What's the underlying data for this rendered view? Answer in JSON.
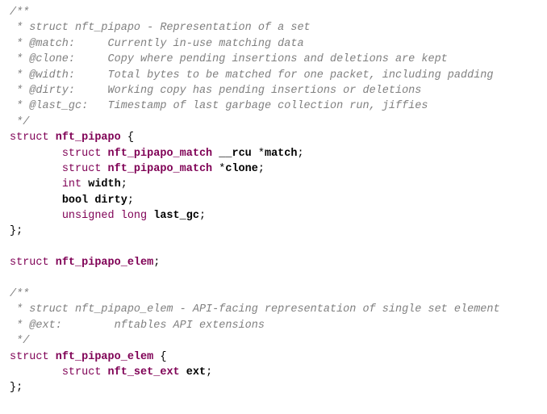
{
  "colors": {
    "comment": "#808080",
    "keyword": "#7f0055",
    "identifier": "#000000",
    "background": "#ffffff"
  },
  "lines": [
    [
      {
        "t": "/**",
        "c": "cm"
      }
    ],
    [
      {
        "t": " * struct nft_pipapo - Representation of a set",
        "c": "cm"
      }
    ],
    [
      {
        "t": " * @match:     Currently in-use matching data",
        "c": "cm"
      }
    ],
    [
      {
        "t": " * @clone:     Copy where pending insertions and deletions are kept",
        "c": "cm"
      }
    ],
    [
      {
        "t": " * @width:     Total bytes to be matched for one packet, including padding",
        "c": "cm"
      }
    ],
    [
      {
        "t": " * @dirty:     Working copy has pending insertions or deletions",
        "c": "cm"
      }
    ],
    [
      {
        "t": " * @last_gc:   Timestamp of last garbage collection run, jiffies",
        "c": "cm"
      }
    ],
    [
      {
        "t": " */",
        "c": "cm"
      }
    ],
    [
      {
        "t": "struct ",
        "c": "kw"
      },
      {
        "t": "nft_pipapo",
        "c": "ty"
      },
      {
        "t": " {",
        "c": "pu"
      }
    ],
    [
      {
        "t": "        ",
        "c": "pl"
      },
      {
        "t": "struct ",
        "c": "kw"
      },
      {
        "t": "nft_pipapo_match",
        "c": "ty"
      },
      {
        "t": " ",
        "c": "pl"
      },
      {
        "t": "__rcu",
        "c": "id"
      },
      {
        "t": " *",
        "c": "pl"
      },
      {
        "t": "match",
        "c": "id"
      },
      {
        "t": ";",
        "c": "pu"
      }
    ],
    [
      {
        "t": "        ",
        "c": "pl"
      },
      {
        "t": "struct ",
        "c": "kw"
      },
      {
        "t": "nft_pipapo_match",
        "c": "ty"
      },
      {
        "t": " *",
        "c": "pl"
      },
      {
        "t": "clone",
        "c": "id"
      },
      {
        "t": ";",
        "c": "pu"
      }
    ],
    [
      {
        "t": "        ",
        "c": "pl"
      },
      {
        "t": "int ",
        "c": "kw"
      },
      {
        "t": "width",
        "c": "id"
      },
      {
        "t": ";",
        "c": "pu"
      }
    ],
    [
      {
        "t": "        ",
        "c": "pl"
      },
      {
        "t": "bool",
        "c": "id"
      },
      {
        "t": " ",
        "c": "pl"
      },
      {
        "t": "dirty",
        "c": "id"
      },
      {
        "t": ";",
        "c": "pu"
      }
    ],
    [
      {
        "t": "        ",
        "c": "pl"
      },
      {
        "t": "unsigned long ",
        "c": "kw"
      },
      {
        "t": "last_gc",
        "c": "id"
      },
      {
        "t": ";",
        "c": "pu"
      }
    ],
    [
      {
        "t": "};",
        "c": "pu"
      }
    ],
    [
      {
        "t": "",
        "c": "pl"
      }
    ],
    [
      {
        "t": "struct ",
        "c": "kw"
      },
      {
        "t": "nft_pipapo_elem",
        "c": "ty"
      },
      {
        "t": ";",
        "c": "pu"
      }
    ],
    [
      {
        "t": "",
        "c": "pl"
      }
    ],
    [
      {
        "t": "/**",
        "c": "cm"
      }
    ],
    [
      {
        "t": " * struct nft_pipapo_elem - API-facing representation of single set element",
        "c": "cm"
      }
    ],
    [
      {
        "t": " * @ext:        nftables API extensions",
        "c": "cm"
      }
    ],
    [
      {
        "t": " */",
        "c": "cm"
      }
    ],
    [
      {
        "t": "struct ",
        "c": "kw"
      },
      {
        "t": "nft_pipapo_elem",
        "c": "ty"
      },
      {
        "t": " {",
        "c": "pu"
      }
    ],
    [
      {
        "t": "        ",
        "c": "pl"
      },
      {
        "t": "struct ",
        "c": "kw"
      },
      {
        "t": "nft_set_ext",
        "c": "ty"
      },
      {
        "t": " ",
        "c": "pl"
      },
      {
        "t": "ext",
        "c": "id"
      },
      {
        "t": ";",
        "c": "pu"
      }
    ],
    [
      {
        "t": "};",
        "c": "pu"
      }
    ]
  ]
}
